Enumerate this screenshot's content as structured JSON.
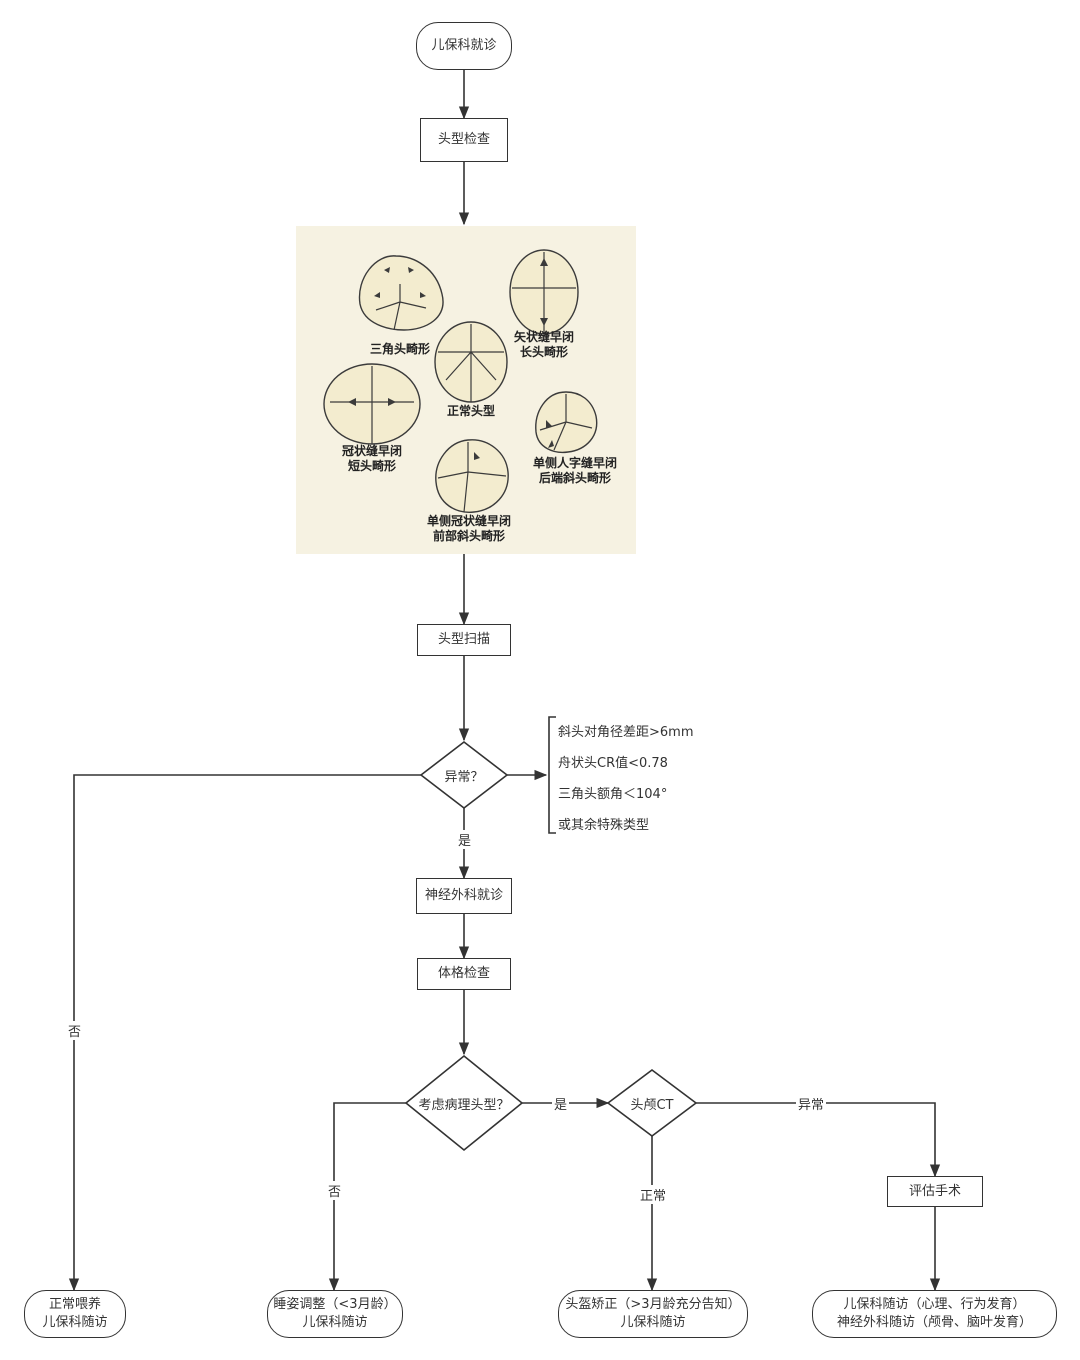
{
  "nodes": {
    "start": "儿保科就诊",
    "head_exam": "头型检查",
    "head_scan": "头型扫描",
    "abnormal": "异常？",
    "neuro": "神经外科就诊",
    "physical": "体格检查",
    "pathologic": "考虑病理头型？",
    "ct": "头颅CT",
    "eval_surgery": "评估手术"
  },
  "endpoints": {
    "normal_feeding": [
      "正常喂养",
      "儿保科随访"
    ],
    "sleep_adjust": [
      "睡姿调整（<3月龄）",
      "儿保科随访"
    ],
    "helmet": [
      "头盔矫正（>3月龄充分告知）",
      "儿保科随访"
    ],
    "followup": [
      "儿保科随访（心理、行为发育）",
      "神经外科随访（颅骨、脑叶发育）"
    ]
  },
  "edge_labels": {
    "yes1": "是",
    "no1": "否",
    "yes2": "是",
    "no2": "否",
    "ct_normal": "正常",
    "ct_abnormal": "异常"
  },
  "criteria": [
    "斜头对角径差距>6mm",
    "舟状头CR值<0.78",
    "三角头额角＜104°",
    "或其余特殊类型"
  ],
  "skull_types": {
    "trigonocephaly": [
      "三角头畸形"
    ],
    "scaphocephaly": [
      "矢状缝早闭",
      "长头畸形"
    ],
    "normal": [
      "正常头型"
    ],
    "brachycephaly": [
      "冠状缝早闭",
      "短头畸形"
    ],
    "posterior_plagio": [
      "单侧人字缝早闭",
      "后端斜头畸形"
    ],
    "anterior_plagio": [
      "单侧冠状缝早闭",
      "前部斜头畸形"
    ]
  },
  "colors": {
    "line": "#333333",
    "panel": "#f6f2e2",
    "skull_fill": "#f3eccf",
    "skull_stroke": "#3b3b3b"
  }
}
